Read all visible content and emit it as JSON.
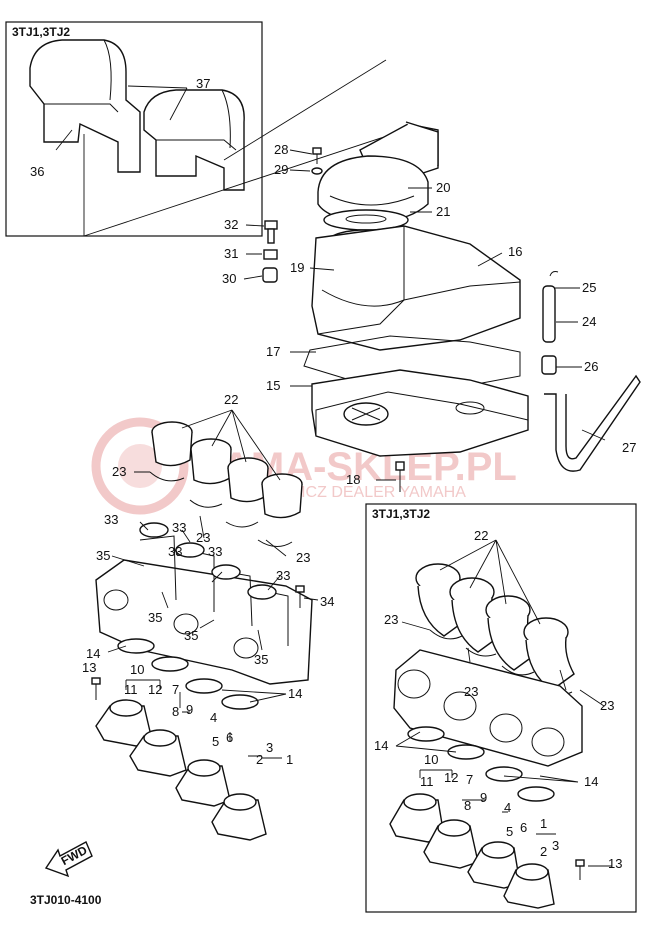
{
  "insets": [
    {
      "title": "3TJ1,3TJ2"
    },
    {
      "title": "3TJ1,3TJ2"
    }
  ],
  "diagram_code": "3TJ010-4100",
  "fwd_label": "FWD",
  "watermark": {
    "main": "AMA-SKLEP.PL",
    "sub": "HOWICZ  DEALER YAMAHA",
    "color": "#f2c9c9"
  },
  "callouts": [
    "37",
    "36",
    "28",
    "29",
    "20",
    "21",
    "32",
    "31",
    "30",
    "19",
    "16",
    "25",
    "24",
    "17",
    "26",
    "15",
    "22",
    "23",
    "27",
    "18",
    "33",
    "33",
    "33",
    "23",
    "35",
    "33",
    "23",
    "35",
    "33",
    "34",
    "35",
    "35",
    "14",
    "13",
    "10",
    "11",
    "12",
    "7",
    "8",
    "9",
    "14",
    "4",
    "5",
    "6",
    "3",
    "2",
    "1",
    "22",
    "23",
    "23",
    "23",
    "14",
    "10",
    "11",
    "12",
    "7",
    "8",
    "9",
    "14",
    "4",
    "5",
    "6",
    "1",
    "2",
    "3",
    "13"
  ]
}
